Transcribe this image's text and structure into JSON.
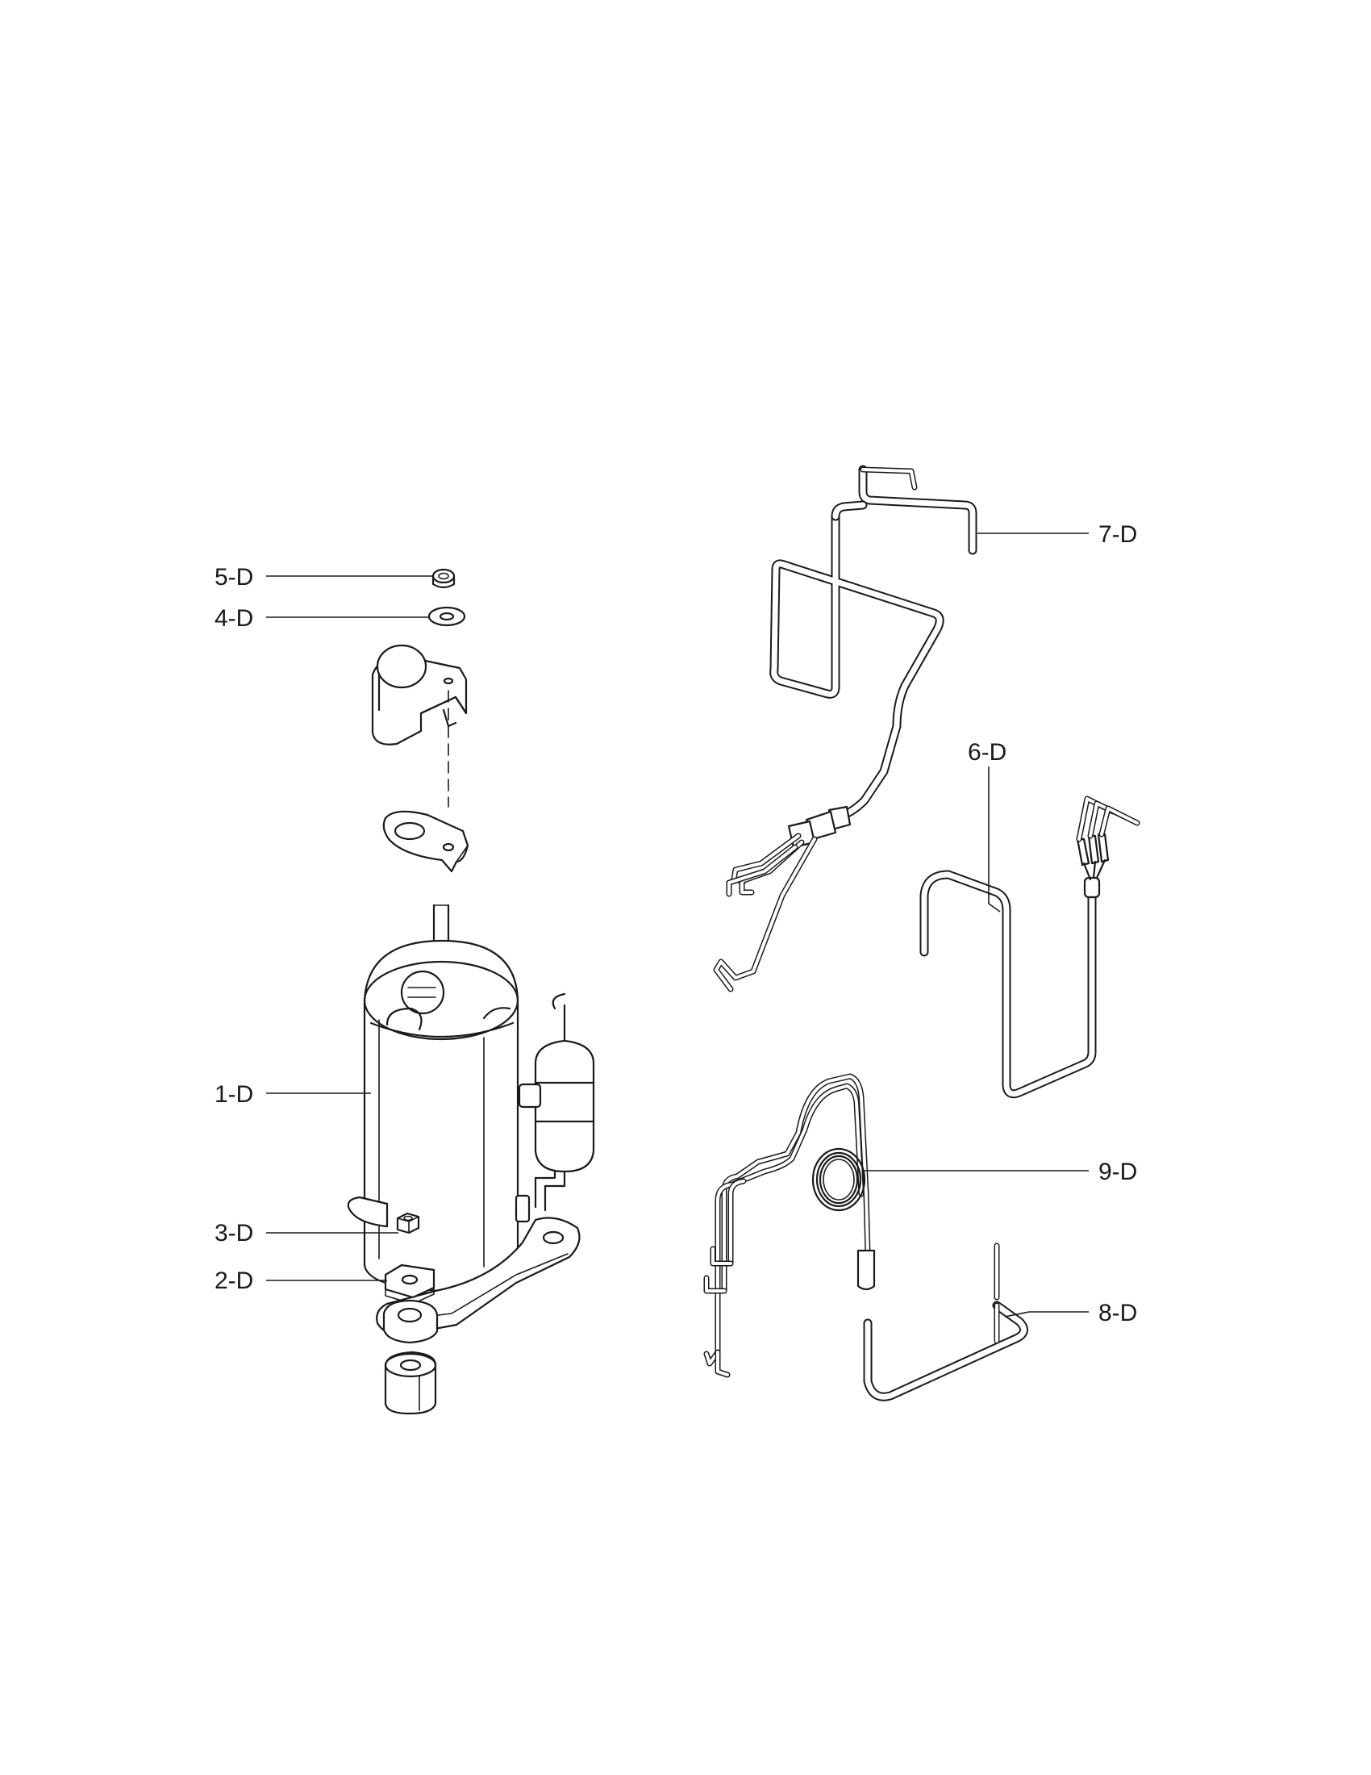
{
  "labels": {
    "p1": "1-D",
    "p2": "2-D",
    "p3": "3-D",
    "p4": "4-D",
    "p5": "5-D",
    "p6": "6-D",
    "p7": "7-D",
    "p8": "8-D",
    "p9": "9-D"
  }
}
